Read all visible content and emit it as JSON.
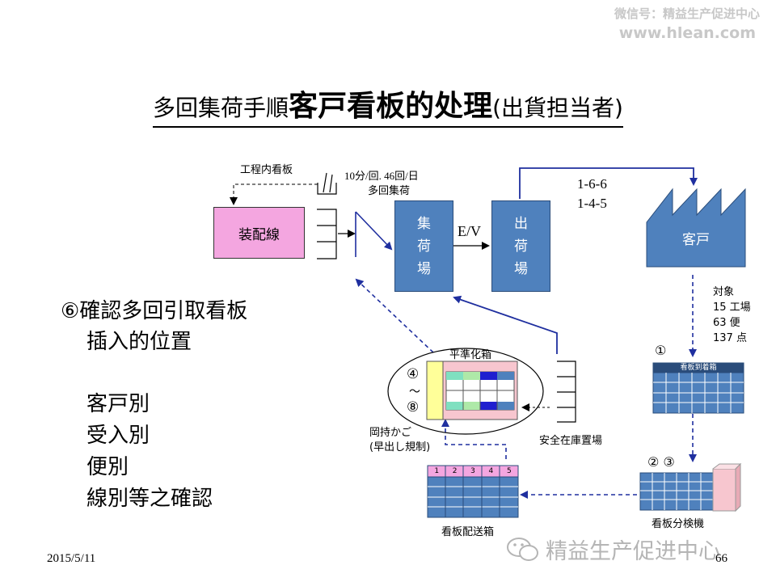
{
  "watermark": {
    "line1": "微信号：精益生产促进中心",
    "line2": "www.hlean.com"
  },
  "title": {
    "part1": "多回集荷手順",
    "part2": "客戸看板的处理",
    "part3": "(出貨担当者)"
  },
  "labels": {
    "kanban_in_process": "工程内看板",
    "assembly_line": "装配線",
    "frequency_line1": "10分/回.  46回/日",
    "frequency_line2": "多回集荷",
    "collection_area": "集荷場",
    "ev": "E/V",
    "shipping_area": "出荷場",
    "route1": "1-6-6",
    "route2": "1-4-5",
    "customer": "客戸",
    "target": "対象",
    "target_factories": "15 工場",
    "target_trips": "63 便",
    "target_points": "137 点",
    "circle1": "①",
    "kanban_arrival_box": "看板到着箱",
    "leveling_box": "平準化箱",
    "range_start": "④",
    "range_tilde": "〜",
    "range_end": "⑧",
    "safety_stock": "安全在庫置場",
    "okamochi_line1": "岡持かご",
    "okamochi_line2": "(早出し規制)",
    "circle23": "②  ③",
    "kanban_sorter": "看板分検機",
    "kanban_delivery_box": "看板配送箱",
    "delivery_slots": [
      "1",
      "2",
      "3",
      "4",
      "5"
    ]
  },
  "left_text": {
    "item6_line1": "⑥確認多回引取看板",
    "item6_line2": "插入的位置",
    "by_customer": "客戸別",
    "by_receiving": "受入別",
    "by_trip": "便別",
    "by_line": "線別等之確認"
  },
  "footer": {
    "date": "2015/5/11",
    "brand": "精益生产促进中心",
    "page": "66"
  }
}
